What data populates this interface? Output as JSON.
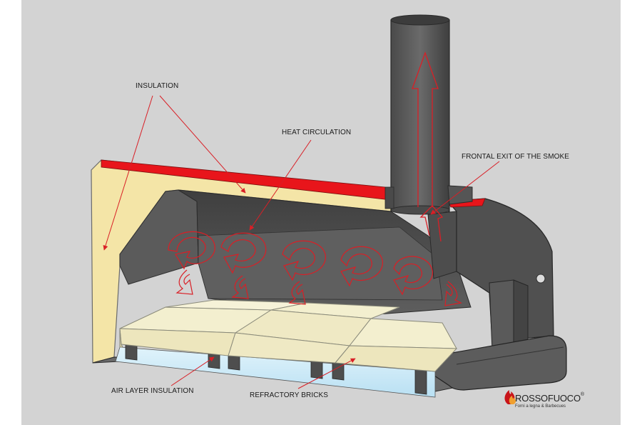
{
  "labels": {
    "insulation": "INSULATION",
    "heat_circulation": "HEAT CIRCULATION",
    "frontal_exit": "FRONTAL EXIT OF THE SMOKE",
    "air_layer": "AIR LAYER INSULATION",
    "refractory_bricks": "REFRACTORY BRICKS"
  },
  "brand": {
    "name": "ROSSOFUOCO",
    "registered": "®",
    "tagline": "Forni a legna & Barbecues"
  },
  "colors": {
    "background": "#d3d3d3",
    "insulation": "#f4e5a7",
    "insulation_cap": "#e8151b",
    "oven_body": "#555555",
    "refractory_bricks": "#f3efcf",
    "air_layer": "#c9e8f7",
    "annotation": "#d91f26"
  }
}
